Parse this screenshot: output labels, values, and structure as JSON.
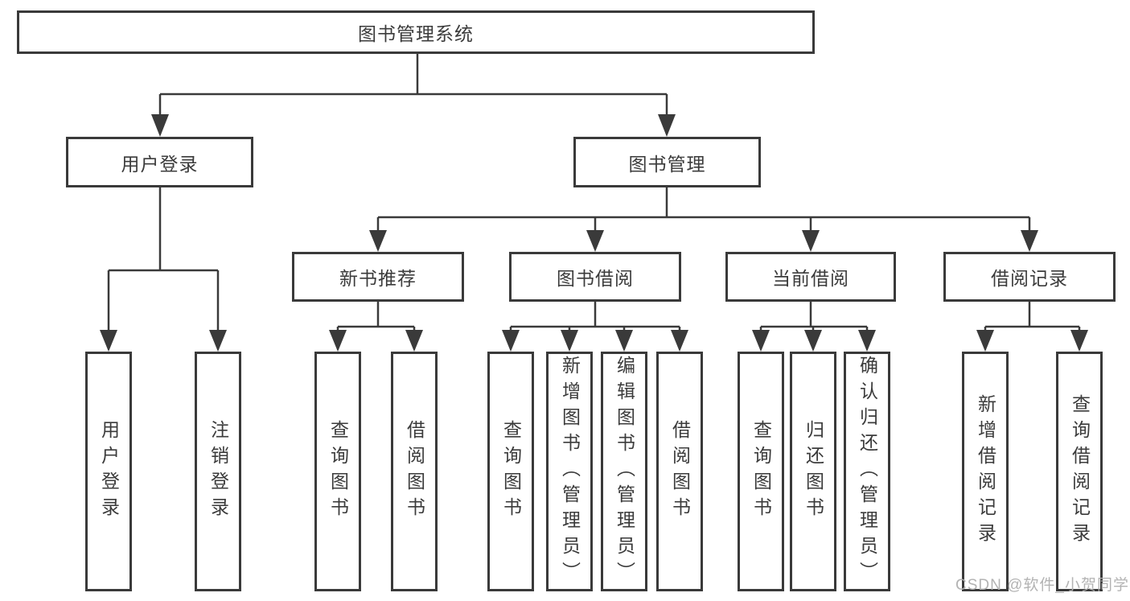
{
  "diagram": {
    "root": {
      "label": "图书管理系统"
    },
    "level2": [
      {
        "label": "用户登录"
      },
      {
        "label": "图书管理"
      }
    ],
    "level3": [
      {
        "label": "新书推荐"
      },
      {
        "label": "图书借阅"
      },
      {
        "label": "当前借阅"
      },
      {
        "label": "借阅记录"
      }
    ],
    "leaves": {
      "user_login": [
        {
          "label": "用户登录"
        },
        {
          "label": "注销登录"
        }
      ],
      "new_book_recommend": [
        {
          "label": "查询图书"
        },
        {
          "label": "借阅图书"
        }
      ],
      "book_borrow": [
        {
          "label": "查询图书"
        },
        {
          "label": "新增图书（管理员）"
        },
        {
          "label": "编辑图书（管理员）"
        },
        {
          "label": "借阅图书"
        }
      ],
      "current_borrow": [
        {
          "label": "查询图书"
        },
        {
          "label": "归还图书"
        },
        {
          "label": "确认归还（管理员）"
        }
      ],
      "borrow_records": [
        {
          "label": "新增借阅记录"
        },
        {
          "label": "查询借阅记录"
        }
      ]
    },
    "watermark": "CSDN @软件_小贺同学",
    "colors": {
      "line": "#3a3a3a",
      "text": "#3b3b3b",
      "watermark": "#afafaf",
      "background": "#ffffff"
    }
  }
}
